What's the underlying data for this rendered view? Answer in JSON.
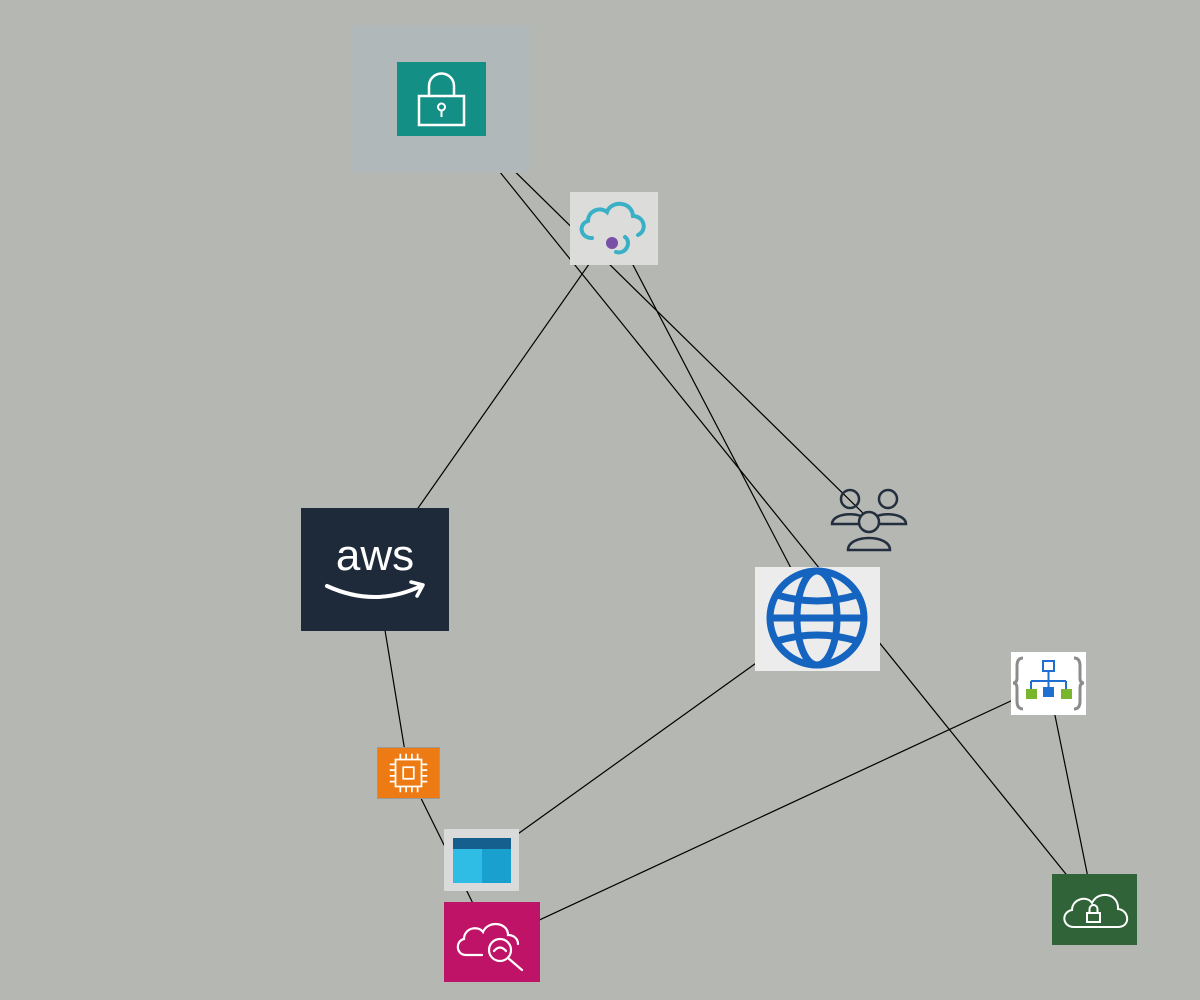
{
  "nodes": [
    {
      "id": "n-lock",
      "name": "lock-tile-node",
      "icon": "padlock-icon"
    },
    {
      "id": "n-cloudsearch",
      "name": "cloud-service-node",
      "icon": "cloud-dot-icon"
    },
    {
      "id": "n-aws",
      "name": "aws-node",
      "icon": "aws-logo-icon",
      "text": "aws"
    },
    {
      "id": "n-users",
      "name": "users-node",
      "icon": "users-icon"
    },
    {
      "id": "n-globe",
      "name": "globe-node",
      "icon": "globe-icon"
    },
    {
      "id": "n-logicapp",
      "name": "logic-app-node",
      "icon": "workflow-braces-icon"
    },
    {
      "id": "n-chip",
      "name": "compute-node",
      "icon": "cpu-chip-icon"
    },
    {
      "id": "n-storage",
      "name": "storage-node",
      "icon": "storage-box-icon"
    },
    {
      "id": "n-cloudwatch",
      "name": "cloud-monitor-node",
      "icon": "cloud-search-icon"
    },
    {
      "id": "n-vpn",
      "name": "vpn-gateway-node",
      "icon": "cloud-lock-icon"
    }
  ],
  "edges": [
    {
      "from": "n-lock",
      "to": "n-users"
    },
    {
      "from": "n-lock",
      "to": "n-vpn"
    },
    {
      "from": "n-cloudsearch",
      "to": "n-aws"
    },
    {
      "from": "n-cloudsearch",
      "to": "n-globe"
    },
    {
      "from": "n-globe",
      "to": "n-storage"
    },
    {
      "from": "n-aws",
      "to": "n-chip"
    },
    {
      "from": "n-chip",
      "to": "n-cloudwatch"
    },
    {
      "from": "n-logicapp",
      "to": "n-cloudwatch"
    },
    {
      "from": "n-logicapp",
      "to": "n-vpn"
    }
  ],
  "colors": {
    "background": "#b5b7b2",
    "edge": "#000000",
    "aws_bg": "#1e2a3a",
    "lock_tile": "#148f86",
    "chip": "#ed7a12",
    "cloudwatch": "#bf1367",
    "vpn": "#306337",
    "globe_blue": "#1565c0"
  }
}
